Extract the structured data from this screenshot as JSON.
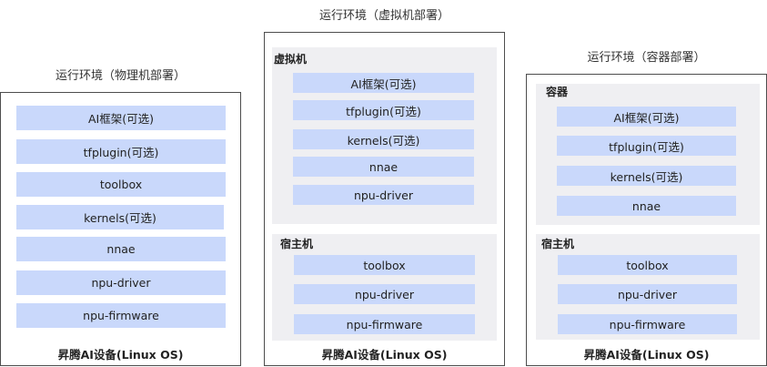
{
  "environments": [
    {
      "caption": "运行环境（物理机部署）",
      "components": [
        "AI框架(可选)",
        "tfplugin(可选)",
        "toolbox",
        "kernels(可选)",
        "nnae",
        "npu-driver",
        "npu-firmware"
      ],
      "device": "昇腾AI设备(Linux OS)"
    },
    {
      "caption": "运行环境（虚拟机部署）",
      "guest": {
        "label": "虚拟机",
        "components": [
          "AI框架(可选)",
          "tfplugin(可选)",
          "kernels(可选)",
          "nnae",
          "npu-driver"
        ]
      },
      "host": {
        "label": "宿主机",
        "components": [
          "toolbox",
          "npu-driver",
          "npu-firmware"
        ]
      },
      "device": "昇腾AI设备(Linux OS)"
    },
    {
      "caption": "运行环境（容器部署）",
      "guest": {
        "label": "容器",
        "components": [
          "AI框架(可选)",
          "tfplugin(可选)",
          "kernels(可选)",
          "nnae"
        ]
      },
      "host": {
        "label": "宿主机",
        "components": [
          "toolbox",
          "npu-driver",
          "npu-firmware"
        ]
      },
      "device": "昇腾AI设备(Linux OS)"
    }
  ],
  "colors": {
    "component_fill": "#c9d8fb",
    "zone_fill": "#efeff2",
    "border": "#4d4d4d"
  }
}
